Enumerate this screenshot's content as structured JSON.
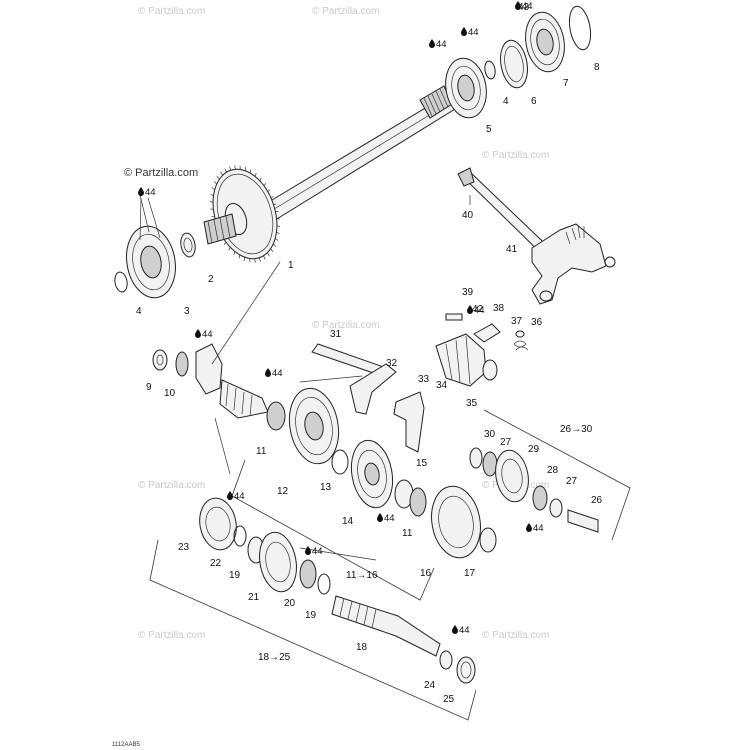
{
  "diagram": {
    "watermark_brand": "© Partzilla.com",
    "corner_code": "1112AAB5",
    "lube_mark": "44",
    "parts": [
      {
        "id": "p1",
        "text": "1"
      },
      {
        "id": "p2",
        "text": "2"
      },
      {
        "id": "p3",
        "text": "3"
      },
      {
        "id": "p4a",
        "text": "4"
      },
      {
        "id": "p4b",
        "text": "4"
      },
      {
        "id": "p5",
        "text": "5"
      },
      {
        "id": "p6",
        "text": "6"
      },
      {
        "id": "p7",
        "text": "7"
      },
      {
        "id": "p8",
        "text": "8"
      },
      {
        "id": "p9",
        "text": "9"
      },
      {
        "id": "p10",
        "text": "10"
      },
      {
        "id": "p11a",
        "text": "11"
      },
      {
        "id": "p11b",
        "text": "11"
      },
      {
        "id": "p12",
        "text": "12"
      },
      {
        "id": "p13",
        "text": "13"
      },
      {
        "id": "p14",
        "text": "14"
      },
      {
        "id": "p15",
        "text": "15"
      },
      {
        "id": "p16",
        "text": "16"
      },
      {
        "id": "p17",
        "text": "17"
      },
      {
        "id": "p18",
        "text": "18"
      },
      {
        "id": "p19a",
        "text": "19"
      },
      {
        "id": "p19b",
        "text": "19"
      },
      {
        "id": "p20",
        "text": "20"
      },
      {
        "id": "p21",
        "text": "21"
      },
      {
        "id": "p22",
        "text": "22"
      },
      {
        "id": "p23",
        "text": "23"
      },
      {
        "id": "p24",
        "text": "24"
      },
      {
        "id": "p25",
        "text": "25"
      },
      {
        "id": "p26",
        "text": "26"
      },
      {
        "id": "p27a",
        "text": "27"
      },
      {
        "id": "p27b",
        "text": "27"
      },
      {
        "id": "p28",
        "text": "28"
      },
      {
        "id": "p29",
        "text": "29"
      },
      {
        "id": "p30",
        "text": "30"
      },
      {
        "id": "p31",
        "text": "31"
      },
      {
        "id": "p32",
        "text": "32"
      },
      {
        "id": "p33",
        "text": "33"
      },
      {
        "id": "p34",
        "text": "34"
      },
      {
        "id": "p35",
        "text": "35"
      },
      {
        "id": "p36",
        "text": "36"
      },
      {
        "id": "p37",
        "text": "37"
      },
      {
        "id": "p38",
        "text": "38"
      },
      {
        "id": "p39",
        "text": "39"
      },
      {
        "id": "p40",
        "text": "40"
      },
      {
        "id": "p41",
        "text": "41"
      },
      {
        "id": "p42",
        "text": "42"
      },
      {
        "id": "p43",
        "text": "43"
      }
    ],
    "groups": [
      {
        "id": "g26",
        "text": "26→30"
      },
      {
        "id": "g11",
        "text": "11→16"
      },
      {
        "id": "g18",
        "text": "18→25"
      }
    ]
  }
}
